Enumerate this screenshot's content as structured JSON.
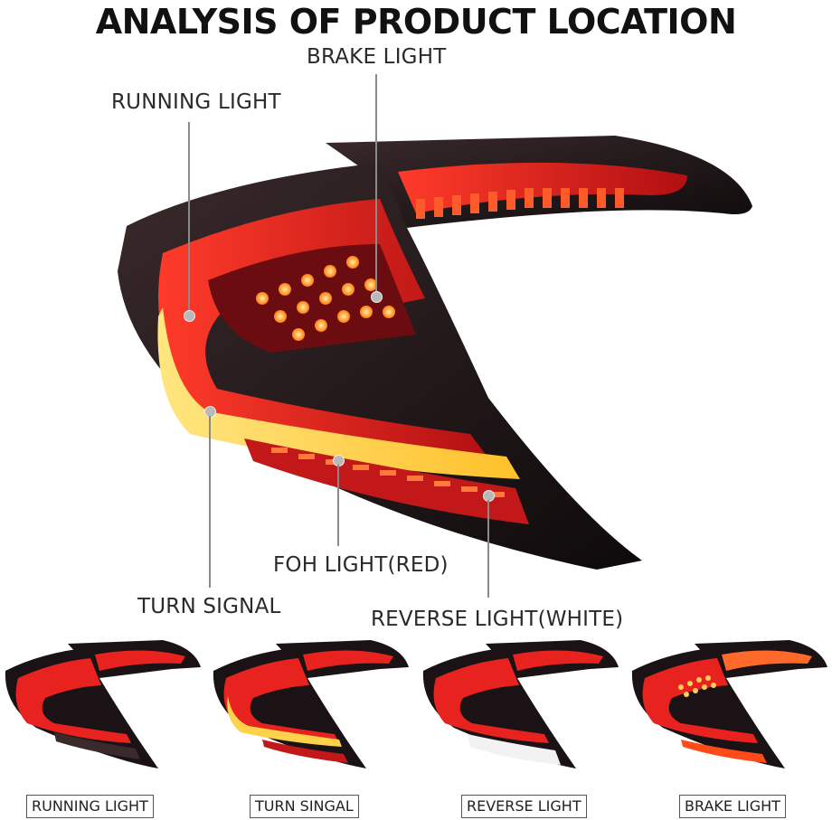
{
  "title": "ANALYSIS OF PRODUCT LOCATION",
  "callouts": {
    "brake_light": "BRAKE LIGHT",
    "running_light": "RUNNING LIGHT",
    "foh_light": "FOH LIGHT(RED)",
    "turn_signal": "TURN SIGNAL",
    "reverse_light": "REVERSE LIGHT(WHITE)"
  },
  "thumbnails": [
    {
      "label": "RUNNING LIGHT",
      "mode": "running"
    },
    {
      "label": "TURN SINGAL",
      "mode": "turn"
    },
    {
      "label": "REVERSE LIGHT",
      "mode": "reverse"
    },
    {
      "label": "BRAKE LIGHT",
      "mode": "brake"
    }
  ],
  "colors": {
    "housing": "#1a1214",
    "red_glow": "#e8231f",
    "amber_glow": "#ffd24a",
    "leader_line": "#8a8a8a"
  }
}
